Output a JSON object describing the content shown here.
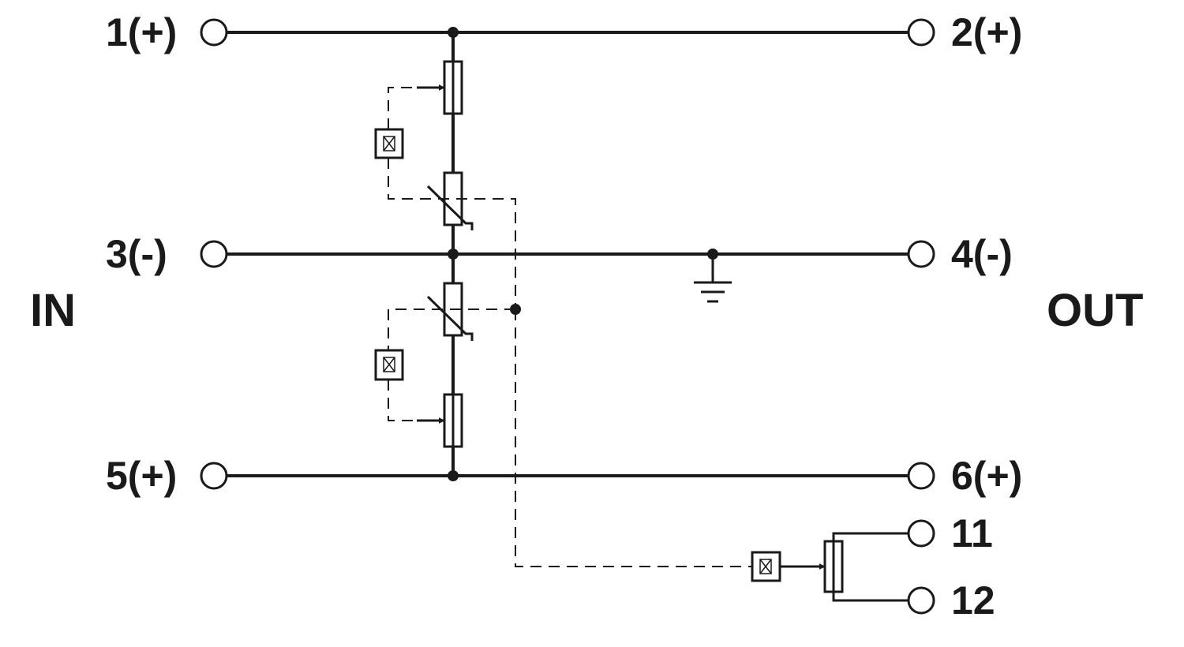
{
  "side_labels": {
    "input": "IN",
    "output": "OUT"
  },
  "terminals": {
    "t1": "1(+)",
    "t2": "2(+)",
    "t3": "3(-)",
    "t4": "4(-)",
    "t5": "5(+)",
    "t6": "6(+)",
    "t11": "11",
    "t12": "12"
  },
  "colors": {
    "line": "#1a1a1a",
    "background": "#ffffff"
  }
}
